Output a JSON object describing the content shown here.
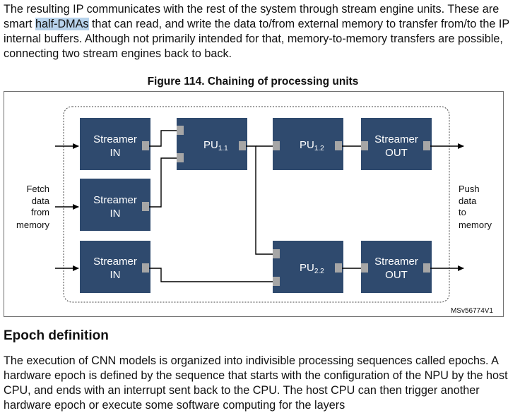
{
  "intro_paragraph": {
    "before": "The resulting IP communicates with the rest of the system through stream engine units. These are smart ",
    "highlight": "half-DMAs",
    "after": " that can read, and write the data to/from external memory to transfer from/to the IP internal buffers. Although not primarily intended for that, memory-to-memory transfers are possible, connecting two stream engines back to back."
  },
  "figure": {
    "caption": "Figure 114. Chaining of processing units",
    "left_label": [
      "Fetch",
      "data",
      "from",
      "memory"
    ],
    "right_label": [
      "Push",
      "data",
      "to",
      "memory"
    ],
    "streamer_in": [
      "Streamer",
      "IN"
    ],
    "streamer_out": [
      "Streamer",
      "OUT"
    ],
    "pu": [
      {
        "base": "PU",
        "sub": "1.1"
      },
      {
        "base": "PU",
        "sub": "1.2"
      },
      {
        "base": "PU",
        "sub": "2.2"
      }
    ],
    "ref": "MSv56774V1",
    "colors": {
      "box": "#2f4a6e",
      "port": "#a6a6a6",
      "text": "#ffffff"
    }
  },
  "section": {
    "heading": "Epoch definition",
    "paragraph": "The execution of CNN models is organized into indivisible processing sequences called epochs. A hardware epoch is defined by the sequence that starts with the configuration of the NPU by the host CPU, and ends with an interrupt sent back to the CPU. The host CPU can then trigger another hardware epoch or execute some software computing for the layers"
  }
}
